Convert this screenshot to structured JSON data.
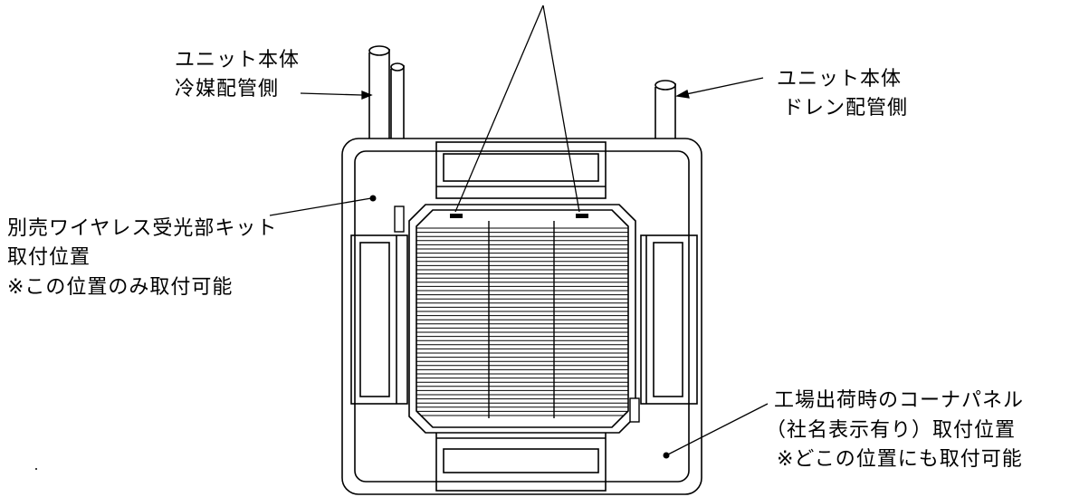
{
  "labels": {
    "refrigerant_side": [
      "ユニット本体",
      "冷媒配管側"
    ],
    "drain_side": [
      "ユニット本体",
      "ドレン配管側"
    ],
    "wireless_kit": [
      "別売ワイヤレス受光部キット",
      "取付位置",
      "※この位置のみ取付可能"
    ],
    "corner_panel": [
      "工場出荷時のコーナパネル",
      "（社名表示有り）取付位置",
      "※どこの位置にも取付可能"
    ]
  }
}
